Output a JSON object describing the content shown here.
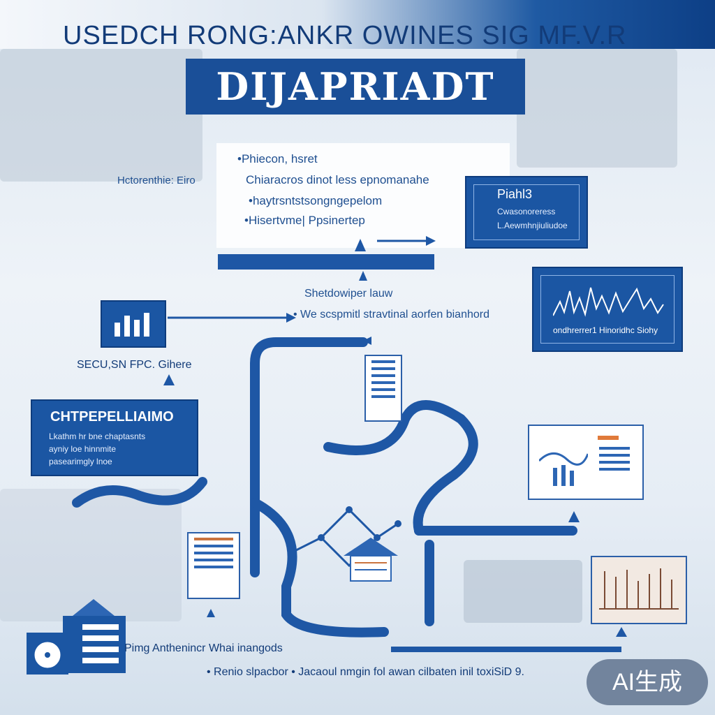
{
  "header": {
    "headline": "USEDCH RONG:ANKR OWINES SIG MF.V.R",
    "title": "DIJAPRIADT"
  },
  "center_panel": {
    "line1": "•Phiecon, hsret",
    "line2": "Chiaracros dinot less epnomanahe",
    "line3": "•haytrsntstsongngepelom",
    "line4": "•Hisertvme| Ppsinertep"
  },
  "left_label": "Hctorenthie: Eiro",
  "right_box": {
    "title": "Piahl3",
    "line1": "Cwasonoreress",
    "line2": "L.Aewmhnjiuliudoe"
  },
  "mid_caption": {
    "line1": "Shetdowiper lauw",
    "line2": "• We scspmitl stravtinal aorfen bianhord"
  },
  "chart_box": {
    "caption": "ondhrerrer1 Hinoridhc Siohy"
  },
  "left_small": "SECU,SN FPC. Gihere",
  "left_box": {
    "title": "CHTPEPELLIAIMO",
    "line1": "Lkathm hr bne chaptasnts",
    "line2": "ayniy loe hinnmite",
    "line3": "pasearimgly lnoe"
  },
  "bottom": {
    "line1": "Pimg Anthenincr Whai inangods",
    "line2": "• Renio slpacbor • Jacaoul nmgin fol awan cilbaten inil toxiSiD 9."
  },
  "badge": "AI生成",
  "colors": {
    "primary": "#1b56a3",
    "dark": "#0e3c7d",
    "accent": "#e07a3a"
  }
}
